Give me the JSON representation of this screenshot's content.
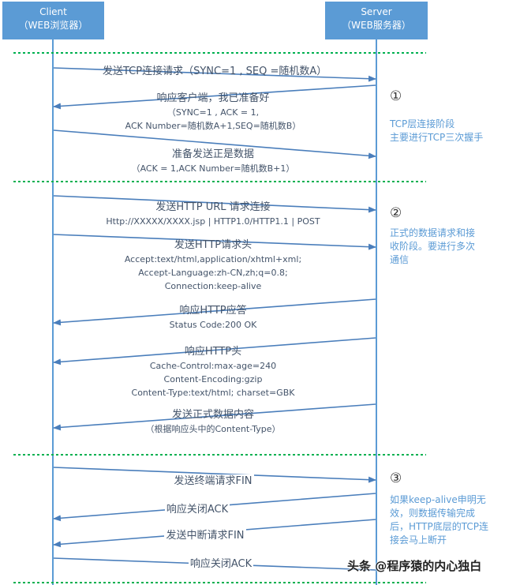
{
  "actors": {
    "client": {
      "name": "Client",
      "sub": "（WEB浏览器）"
    },
    "server": {
      "name": "Server",
      "sub": "（WEB服务器）"
    }
  },
  "colors": {
    "actor_fill": "#5b9bd5",
    "lifeline": "#5b9bd5",
    "arrow": "#4a7ebb",
    "divider": "#00b050",
    "label_text": "#44546a",
    "phase_text": "#5b9bd5"
  },
  "messages": [
    {
      "direction": "client-to-server",
      "title": "发送TCP连接请求（SYNC=1 , SEQ =随机数A）",
      "details": []
    },
    {
      "direction": "server-to-client",
      "title": "响应客户端，我已准备好",
      "details": [
        "（SYNC=1 , ACK = 1,",
        "ACK Number=随机数A+1,SEQ=随机数B）"
      ]
    },
    {
      "direction": "client-to-server",
      "title": "准备发送正是数据",
      "details": [
        "（ACK = 1,ACK Number=随机数B+1）"
      ]
    },
    {
      "direction": "client-to-server",
      "title": "发送HTTP URL 请求连接",
      "details": [
        "Http://XXXXX/XXXX.jsp | HTTP1.0/HTTP1.1 | POST"
      ]
    },
    {
      "direction": "client-to-server",
      "title": "发送HTTP请求头",
      "details": [
        "Accept:text/html,application/xhtml+xml;",
        "Accept-Language:zh-CN,zh;q=0.8;",
        "Connection:keep-alive"
      ]
    },
    {
      "direction": "server-to-client",
      "title": "响应HTTP应答",
      "details": [
        "Status Code:200 OK"
      ]
    },
    {
      "direction": "server-to-client",
      "title": "响应HTTP头",
      "details": [
        "Cache-Control:max-age=240",
        "Content-Encoding:gzip",
        "Content-Type:text/html; charset=GBK"
      ]
    },
    {
      "direction": "server-to-client",
      "title": "发送正式数据内容",
      "details": [
        "（根据响应头中的Content-Type）"
      ]
    },
    {
      "direction": "client-to-server",
      "title": "发送终端请求FIN",
      "details": []
    },
    {
      "direction": "server-to-client",
      "title": "响应关闭ACK",
      "details": []
    },
    {
      "direction": "server-to-client",
      "title": "发送中断请求FIN",
      "details": []
    },
    {
      "direction": "client-to-server",
      "title": "响应关闭ACK",
      "details": []
    }
  ],
  "phases": [
    {
      "number": "①",
      "lines": [
        "TCP层连接阶段",
        "主要进行TCP三次握手"
      ]
    },
    {
      "number": "②",
      "lines": [
        "正式的数据请求和接",
        "收阶段。要进行多次",
        "通信"
      ]
    },
    {
      "number": "③",
      "lines": [
        "如果keep-alive申明无",
        "效，则数据传输完成",
        "后，HTTP底层的TCP连",
        "接会马上断开"
      ]
    }
  ],
  "watermark": "头条 @程序猿的内心独白"
}
